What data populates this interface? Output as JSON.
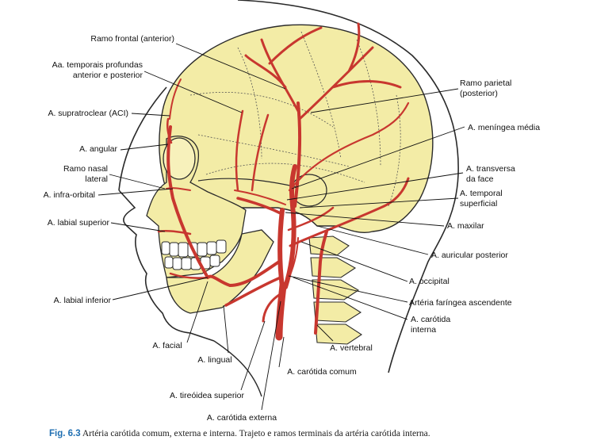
{
  "labels": {
    "ramo_frontal": "Ramo frontal (anterior)",
    "temporais_profundas_1": "Aa. temporais profundas",
    "temporais_profundas_2": "anterior e posterior",
    "supratroclear": "A. supratroclear (ACI)",
    "angular": "A. angular",
    "nasal_lateral_1": "Ramo nasal",
    "nasal_lateral_2": "lateral",
    "infra_orbital": "A. infra-orbital",
    "labial_superior": "A. labial superior",
    "labial_inferior": "A. labial inferior",
    "facial": "A. facial",
    "lingual": "A. lingual",
    "tireoidea_superior": "A. tireóidea superior",
    "carotida_externa": "A. carótida externa",
    "carotida_comum": "A. carótida comum",
    "vertebral": "A. vertebral",
    "carotida_interna_1": "A. carótida",
    "carotida_interna_2": "interna",
    "faringea_ascendente": "Artéria faríngea ascendente",
    "occipital": "A. occipital",
    "auricular_posterior": "A. auricular posterior",
    "maxilar": "A. maxilar",
    "temporal_superficial_1": "A. temporal",
    "temporal_superficial_2": "superficial",
    "transversa_face_1": "A. transversa",
    "transversa_face_2": "da face",
    "meningea_media": "A. meníngea média",
    "ramo_parietal_1": "Ramo parietal",
    "ramo_parietal_2": "(posterior)"
  },
  "caption": {
    "number": "Fig. 6.3",
    "text": "Artéria carótida comum, externa e interna. Trajeto e ramos terminais da artéria carótida interna."
  },
  "colors": {
    "bone": "#f3eca6",
    "artery": "#c8372f",
    "artery_dark": "#8e1f1a",
    "outline": "#2a2a2a"
  }
}
